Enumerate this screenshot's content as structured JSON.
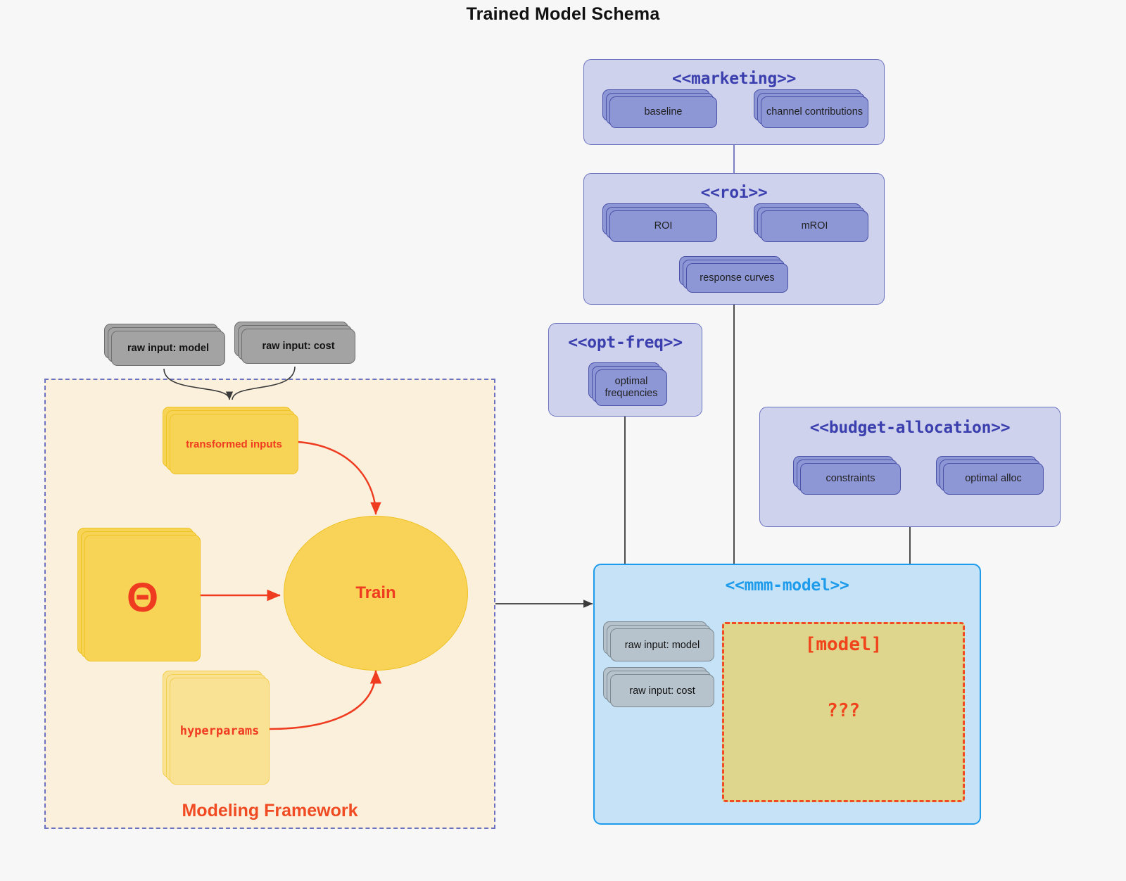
{
  "title": "Trained Model Schema",
  "colors": {
    "background": "#f7f7f7",
    "package_fill": "#ced2ec",
    "package_border": "#6b72bf",
    "package_title": "#3b3fae",
    "node_fill": "#8e97d6",
    "node_border": "#4a52a8",
    "mmm_fill": "#c5e2f7",
    "mmm_border": "#1e9ceb",
    "mmm_title": "#1e9ceb",
    "model_region_fill": "#dfd68e",
    "model_region_border": "#f04b22",
    "framework_fill": "#faf0db",
    "framework_border": "#6b72bf",
    "framework_label": "#f04b22",
    "artifact_fill_dark": "#f7d455",
    "artifact_fill_light": "#fae294",
    "artifact_border": "#eec225",
    "artifact_text": "#ef3b20",
    "raw_input_fill": "#a3a3a3",
    "raw_input_border": "#6e6e6e",
    "raw_input_blue_fill": "#b7c3cc",
    "flow_arrow": "#ef3b20",
    "plain_arrow": "#3a3a3a"
  },
  "packages": {
    "marketing": {
      "title": "<<marketing>>",
      "nodes": [
        {
          "label": "baseline"
        },
        {
          "label": "channel contributions"
        }
      ]
    },
    "roi": {
      "title": "<<roi>>",
      "nodes": [
        {
          "label": "ROI"
        },
        {
          "label": "mROI"
        },
        {
          "label": "response curves"
        }
      ]
    },
    "opt_freq": {
      "title": "<<opt-freq>>",
      "nodes": [
        {
          "label": "optimal\nfrequencies",
          "line1": "optimal",
          "line2": "frequencies"
        }
      ]
    },
    "budget_allocation": {
      "title": "<<budget-allocation>>",
      "nodes": [
        {
          "label": "constraints"
        },
        {
          "label": "optimal alloc"
        }
      ]
    },
    "mmm_model": {
      "title": "<<mmm-model>>",
      "nodes": [
        {
          "label": "raw input: model"
        },
        {
          "label": "raw input: cost"
        }
      ],
      "model_region": {
        "label": "[model]",
        "unknown": "???"
      }
    }
  },
  "framework": {
    "label": "Modeling Framework",
    "raw_inputs": [
      {
        "label": "raw input: model"
      },
      {
        "label": "raw input: cost"
      }
    ],
    "artifacts": [
      {
        "label": "transformed inputs"
      },
      {
        "label": "Θ"
      },
      {
        "label": "hyperparams"
      }
    ],
    "process": {
      "label": "Train"
    }
  }
}
